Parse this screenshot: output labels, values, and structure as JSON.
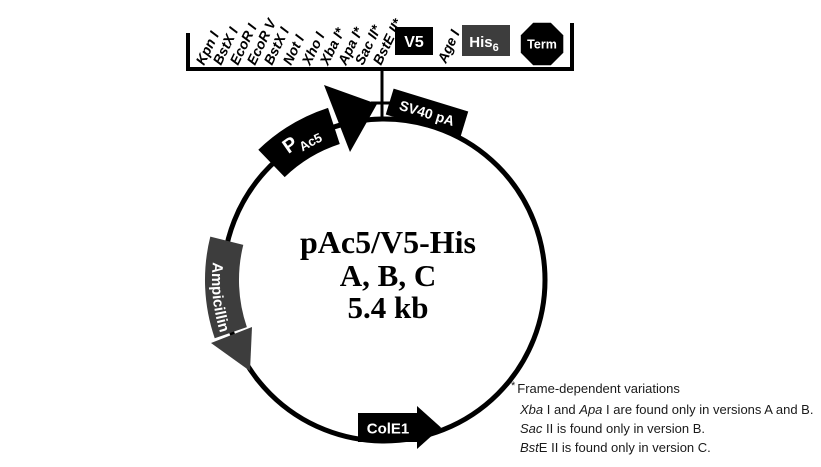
{
  "colors": {
    "black": "#000000",
    "dark_gray": "#3d3d3d",
    "white": "#ffffff"
  },
  "title": {
    "line1": "pAc5/V5-His",
    "line2": "A, B, C",
    "line3": "5.4 kb"
  },
  "plasmid": {
    "promoter_label": "P",
    "promoter_sub": "Ac5",
    "sv40_label": "SV40 pA",
    "ampicillin_label": "Ampicillin",
    "cole1_label": "ColE1"
  },
  "mcs": {
    "sites": [
      "Kpn I",
      "BstX I",
      "EcoR I",
      "EcoR V",
      "BstX I",
      "Not I",
      "Xho I",
      "Xba I*",
      "Apa I*",
      "Sac II*",
      "BstE II*"
    ],
    "v5_label": "V5",
    "age_label": "Age I",
    "his_label": "His",
    "his_sub": "6",
    "term_label": "Term"
  },
  "footnote": {
    "marker": "*",
    "title": "Frame-dependent variations",
    "lines": [
      {
        "i1": "Xba",
        "t1": " I and ",
        "i2": "Apa",
        "t2": " I are found only in versions A and B."
      },
      {
        "i1": "Sac",
        "t1": " II is found only in version B."
      },
      {
        "i1": "Bst",
        "t1": "E II is found only in version C."
      }
    ]
  }
}
